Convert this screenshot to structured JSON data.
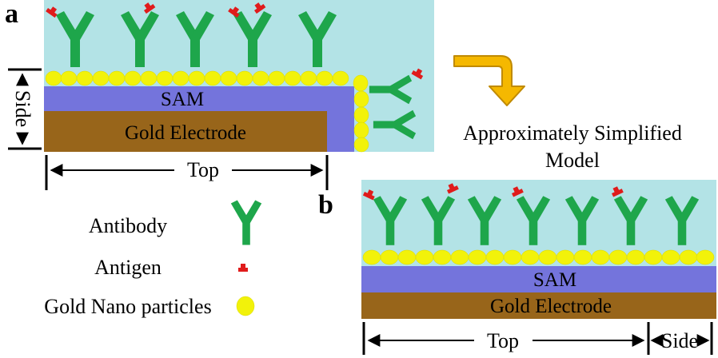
{
  "panel_a": {
    "letter": "a",
    "sam_label": "SAM",
    "electrode_label": "Gold Electrode",
    "top_label": "Top",
    "side_label": "Side"
  },
  "panel_b": {
    "letter": "b",
    "sam_label": "SAM",
    "electrode_label": "Gold Electrode",
    "top_label": "Top",
    "side_label": "Side"
  },
  "arrow_caption": {
    "line1": "Approximately Simplified",
    "line2": "Model"
  },
  "legend": [
    {
      "label": "Antibody",
      "icon": "antibody-icon"
    },
    {
      "label": "Antigen",
      "icon": "antigen-icon"
    },
    {
      "label": "Gold Nano particles",
      "icon": "gold-nanoparticle-icon"
    }
  ],
  "colors": {
    "solution": "#b3e3e6",
    "antibody": "#1ea64b",
    "antigen": "#e01b1b",
    "nanoparticle": "#f2f20a",
    "sam": "#7474dc",
    "gold": "#98651a",
    "arrow": "#f5b800"
  }
}
